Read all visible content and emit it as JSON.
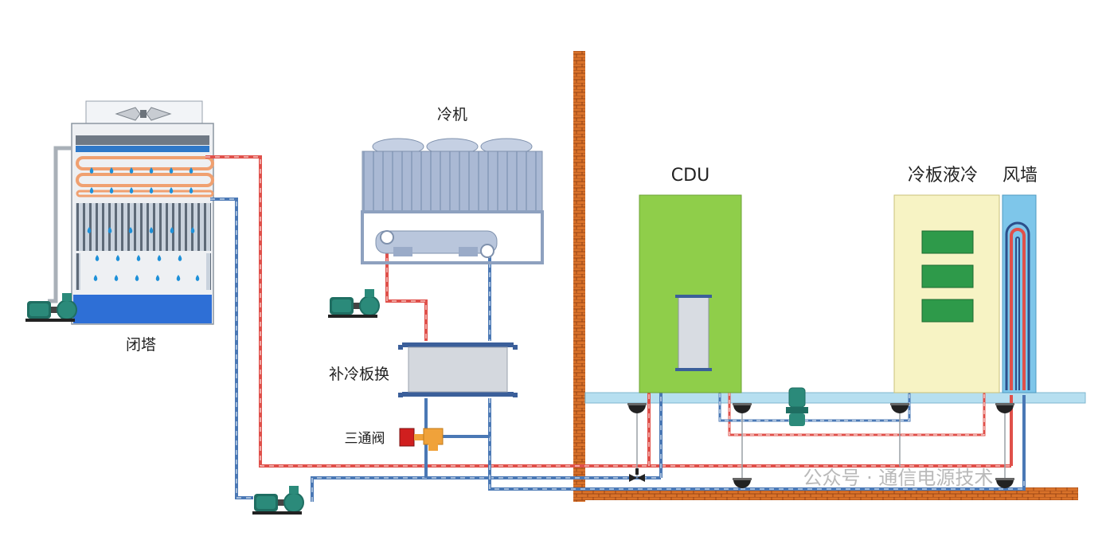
{
  "labels": {
    "closed_tower": "闭塔",
    "chiller": "冷机",
    "supplementary_plate_hx": "补冷板换",
    "three_way_valve": "三通阀",
    "cdu": "CDU",
    "cold_plate_liquid_cooling": "冷板液冷",
    "fan_wall": "风墙"
  },
  "watermark": "公众号 · 通信电源技术",
  "colors": {
    "hot_pipe": "#e0504a",
    "cold_pipe": "#4a78b5",
    "brick": "#d9722a",
    "chiller_body": "#aab9d4",
    "cdu_box": "#8fce4a",
    "rack_box": "#f7f3c4",
    "fan_wall": "#7ec6ea",
    "floor": "#b6dff0",
    "module_green": "#2e9a4a",
    "pump_teal": "#2b8a7a",
    "valve_red": "#d01f1f",
    "valve_body": "#f0a23a"
  },
  "icons": [
    "pump-icon",
    "valve-icon",
    "drop-icon",
    "fan-icon"
  ]
}
